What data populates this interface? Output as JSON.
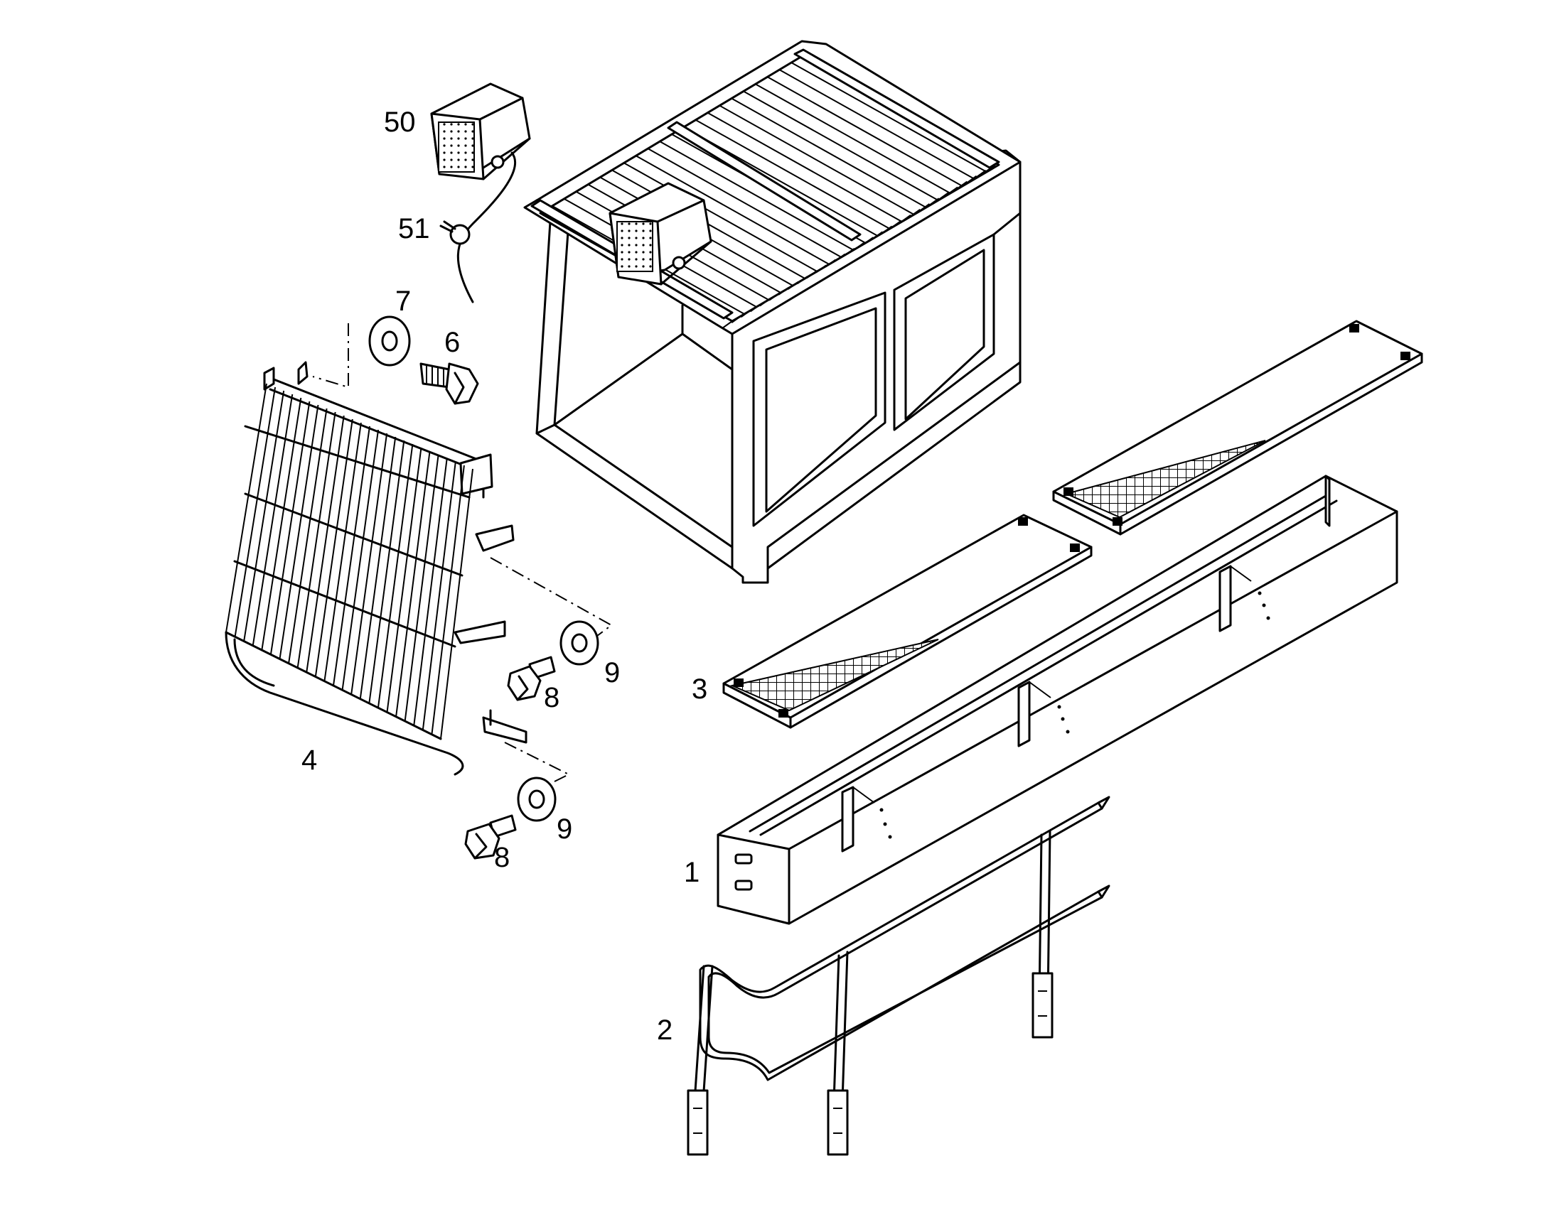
{
  "callouts": {
    "c1": "1",
    "c2": "2",
    "c3": "3",
    "c4": "4",
    "c6": "6",
    "c7": "7",
    "c8a": "8",
    "c8b": "8",
    "c9a": "9",
    "c9b": "9",
    "c50": "50",
    "c51": "51"
  },
  "colors": {
    "line": "#000000",
    "background": "#ffffff"
  }
}
